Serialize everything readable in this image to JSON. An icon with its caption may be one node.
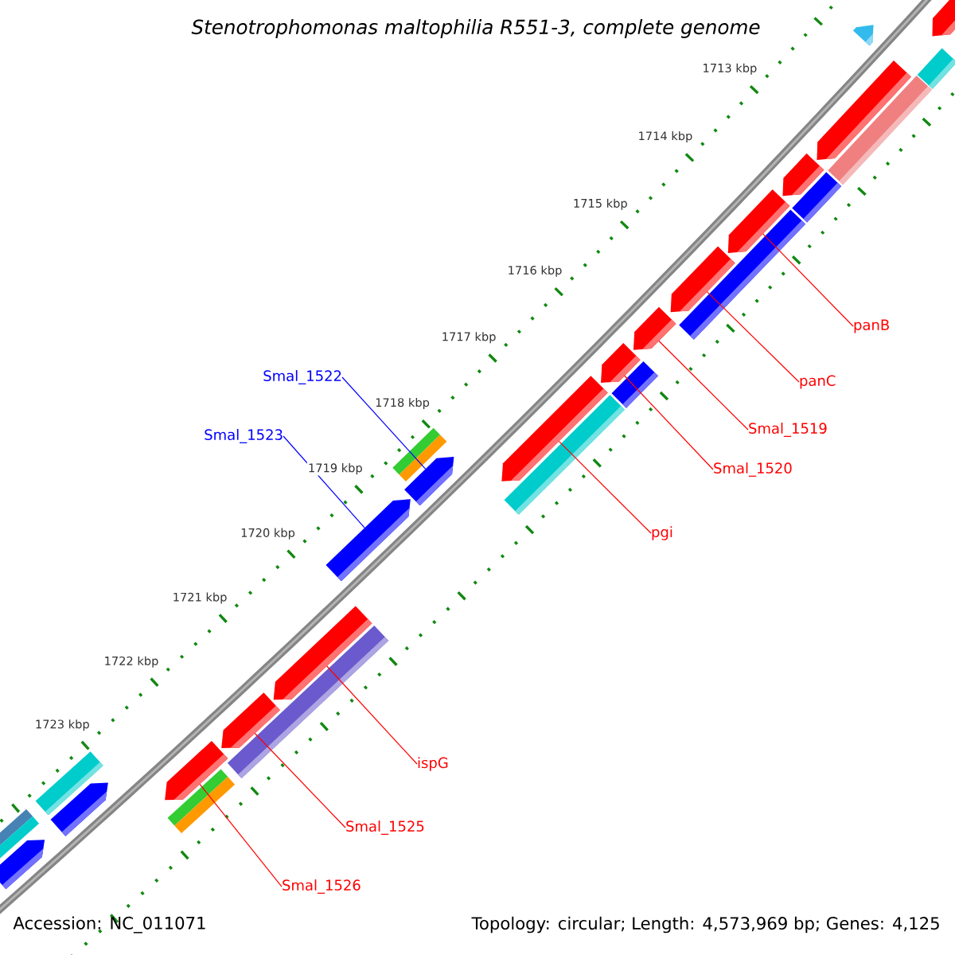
{
  "diagram": {
    "title": "Stenotrophomonas maltophilia R551-3, complete genome",
    "nodes": [
      {
        "text": [
          "Smal_1522"
        ]
      },
      {
        "text": [
          "Smal_1523"
        ]
      },
      {
        "text": [
          "panB"
        ]
      },
      {
        "text": [
          "panC"
        ]
      },
      {
        "text": [
          "Smal_1519"
        ]
      },
      {
        "text": [
          "Smal_1520"
        ]
      },
      {
        "text": [
          "pgi"
        ]
      },
      {
        "text": [
          "ispG"
        ]
      },
      {
        "text": [
          "Smal_1525"
        ]
      },
      {
        "text": [
          "Smal_1526"
        ]
      },
      {
        "text": [],
        "shape": "arrow"
      },
      {
        "text": [],
        "shape": "bar"
      },
      {
        "text": [],
        "shape": "arrow"
      },
      {
        "text": [],
        "shape": "bar"
      },
      {
        "text": [],
        "shape": "arrow"
      },
      {
        "text": [],
        "shape": "arrow"
      },
      {
        "text": [],
        "shape": "bar"
      },
      {
        "text": [],
        "shape": "arrow"
      },
      {
        "text": [],
        "shape": "bar"
      },
      {
        "text": [],
        "shape": "arrow"
      },
      {
        "text": [],
        "shape": "arrow"
      },
      {
        "text": [],
        "shape": "bar"
      },
      {
        "text": [],
        "shape": "arrow"
      },
      {
        "text": [],
        "shape": "arrow"
      },
      {
        "text": [],
        "shape": "bar"
      },
      {
        "text": [],
        "shape": "bar"
      },
      {
        "text": [],
        "shape": "arrow"
      },
      {
        "text": [],
        "shape": "arrow"
      },
      {
        "text": [],
        "shape": "arrow"
      },
      {
        "text": [],
        "shape": "bar"
      },
      {
        "text": [],
        "shape": "arrow"
      },
      {
        "text": [],
        "shape": "arrow"
      },
      {
        "text": [],
        "shape": "bar"
      },
      {
        "text": [],
        "shape": "bar"
      },
      {
        "text": [],
        "shape": "arrow"
      },
      {
        "text": [],
        "shape": "bar"
      },
      {
        "text": [],
        "shape": "arrow"
      }
    ],
    "edges": [
      {
        "from": 0,
        "to": 26,
        "arrow": "none",
        "color": "#0000ff"
      },
      {
        "from": 1,
        "to": 27,
        "arrow": "none",
        "color": "#0000ff"
      },
      {
        "from": 2,
        "to": 17,
        "arrow": "none"
      },
      {
        "from": 3,
        "to": 19,
        "arrow": "none"
      },
      {
        "from": 4,
        "to": 20,
        "arrow": "none"
      },
      {
        "from": 5,
        "to": 22,
        "arrow": "none"
      },
      {
        "from": 6,
        "to": 23,
        "arrow": "none"
      },
      {
        "from": 7,
        "to": 28,
        "arrow": "none"
      },
      {
        "from": 8,
        "to": 30,
        "arrow": "none"
      },
      {
        "from": 9,
        "to": 31,
        "arrow": "none"
      }
    ],
    "labels": [
      "1713 kbp",
      "1714 kbp",
      "1715 kbp",
      "1716 kbp",
      "1717 kbp",
      "1718 kbp",
      "1719 kbp",
      "1720 kbp",
      "1721 kbp",
      "1722 kbp",
      "1723 kbp",
      "Accession: NC_011071",
      "Topology: circular; Length: 4,573,969 bp; Genes: 4,125"
    ]
  }
}
